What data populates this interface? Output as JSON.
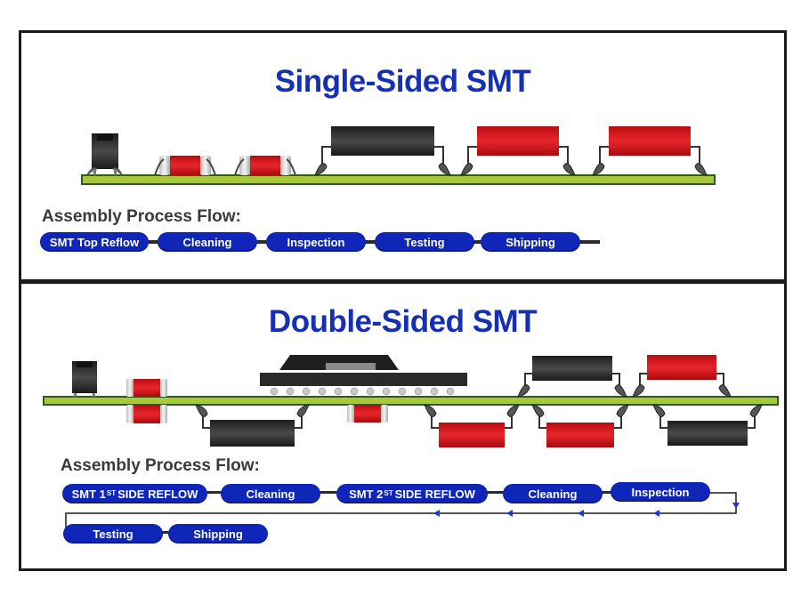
{
  "single": {
    "title": "Single-Sided SMT",
    "flow_label": "Assembly Process Flow:",
    "steps": [
      "SMT Top Reflow",
      "Cleaning",
      "Inspection",
      "Testing",
      "Shipping"
    ]
  },
  "double": {
    "title": "Double-Sided SMT",
    "flow_label": "Assembly Process Flow:",
    "steps": [
      {
        "prefix": "SMT 1",
        "sup": "ST",
        "suffix": " SIDE REFLOW"
      },
      {
        "prefix": "Cleaning"
      },
      {
        "prefix": "SMT 2",
        "sup": "ST",
        "suffix": " SIDE REFLOW"
      },
      {
        "prefix": "Cleaning"
      },
      {
        "prefix": "Inspection"
      },
      {
        "prefix": "Testing"
      },
      {
        "prefix": "Shipping"
      }
    ]
  },
  "colors": {
    "accent": "#1530b4",
    "pill": "#1026b8",
    "board": "#a8c83a",
    "board_edge": "#2e5d18",
    "red_component": "#d4141a",
    "dark_component": "#2a2a2a",
    "solder": "#9a9a9a"
  }
}
